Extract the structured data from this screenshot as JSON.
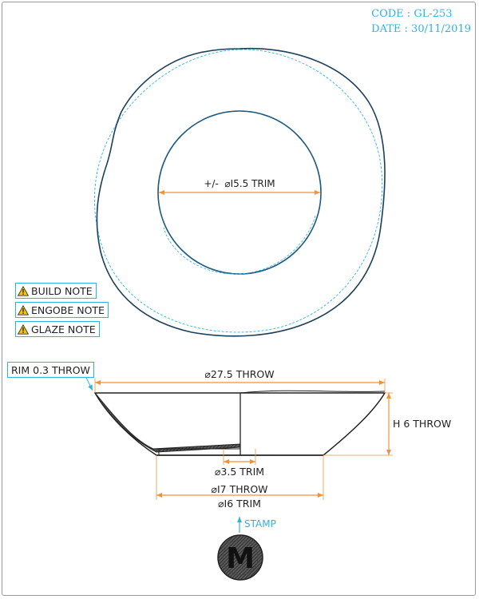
{
  "header": {
    "code": "CODE : GL-253",
    "date": "DATE : 30/11/2019"
  },
  "notes": [
    {
      "label": "BUILD NOTE",
      "icon": "warning-icon"
    },
    {
      "label": "ENGOBE NOTE",
      "icon": "warning-icon"
    },
    {
      "label": "GLAZE NOTE",
      "icon": "warning-icon"
    }
  ],
  "top_view": {
    "inner_dim": "+/-  ⌀I5.5 TRIM"
  },
  "side_view": {
    "rim_callout": "RIM 0.3 THROW",
    "diameter_throw": "⌀27.5 THROW",
    "height": "H 6 THROW",
    "foot_inner": "⌀3.5 TRIM",
    "foot_throw": "⌀I7 THROW",
    "foot_trim": "⌀I6 TRIM"
  },
  "stamp": {
    "label": "STAMP",
    "letter": "M"
  },
  "colors": {
    "accent": "#2bb3e6",
    "dimension": "#f0923a",
    "outline": "#222222",
    "inner_ring": "#1f5a80"
  }
}
